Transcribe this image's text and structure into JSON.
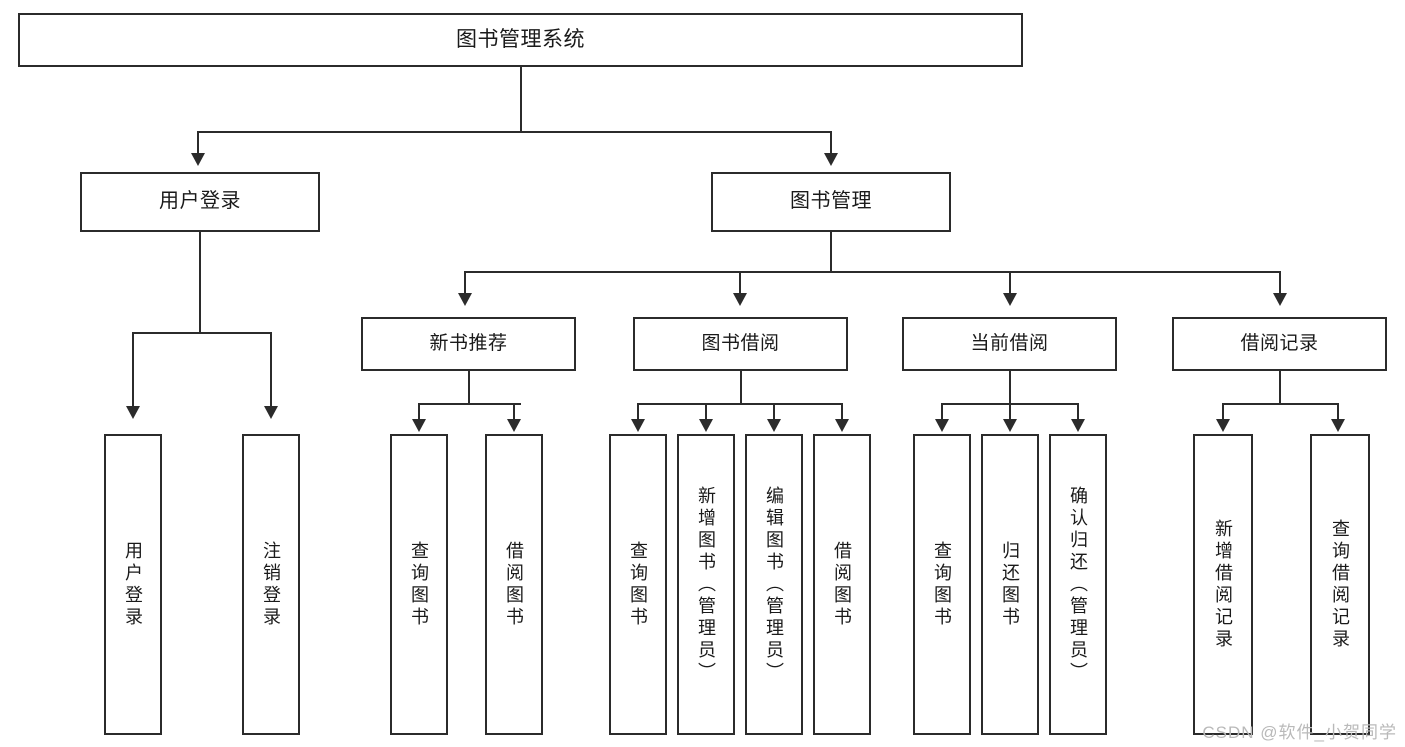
{
  "diagram": {
    "type": "tree-hierarchy-chart",
    "title": "图书管理系统",
    "orientation": "top-down",
    "colors": {
      "box_border": "#2b2b2b",
      "box_fill": "#ffffff",
      "connector": "#2b2b2b",
      "text": "#1a1a1a",
      "watermark": "#b9b9b9",
      "background": "#ffffff"
    },
    "root": {
      "id": "root",
      "label": "图书管理系统"
    },
    "level1": [
      {
        "id": "user-login",
        "label": "用户登录"
      },
      {
        "id": "book-manage",
        "label": "图书管理"
      }
    ],
    "level2": [
      {
        "id": "new-book-recommend",
        "label": "新书推荐",
        "parent": "book-manage"
      },
      {
        "id": "book-borrow",
        "label": "图书借阅",
        "parent": "book-manage"
      },
      {
        "id": "current-borrow",
        "label": "当前借阅",
        "parent": "book-manage"
      },
      {
        "id": "borrow-record",
        "label": "借阅记录",
        "parent": "book-manage"
      }
    ],
    "leaves": {
      "user_login": [
        {
          "id": "leaf-user-login",
          "label": "用户登录"
        },
        {
          "id": "leaf-user-logout",
          "label": "注销登录"
        }
      ],
      "new_book_recommend": [
        {
          "id": "leaf-nbr-query",
          "label": "查询图书"
        },
        {
          "id": "leaf-nbr-borrow",
          "label": "借阅图书"
        }
      ],
      "book_borrow": [
        {
          "id": "leaf-bb-query",
          "label": "查询图书"
        },
        {
          "id": "leaf-bb-add",
          "label": "新增图书（管理员）"
        },
        {
          "id": "leaf-bb-edit",
          "label": "编辑图书（管理员）"
        },
        {
          "id": "leaf-bb-borrow",
          "label": "借阅图书"
        }
      ],
      "current_borrow": [
        {
          "id": "leaf-cb-query",
          "label": "查询图书"
        },
        {
          "id": "leaf-cb-return",
          "label": "归还图书"
        },
        {
          "id": "leaf-cb-confirm",
          "label": "确认归还（管理员）"
        }
      ],
      "borrow_record": [
        {
          "id": "leaf-br-add",
          "label": "新增借阅记录"
        },
        {
          "id": "leaf-br-query",
          "label": "查询借阅记录"
        }
      ]
    }
  },
  "watermark": {
    "text": "CSDN @软件_小贺同学"
  }
}
